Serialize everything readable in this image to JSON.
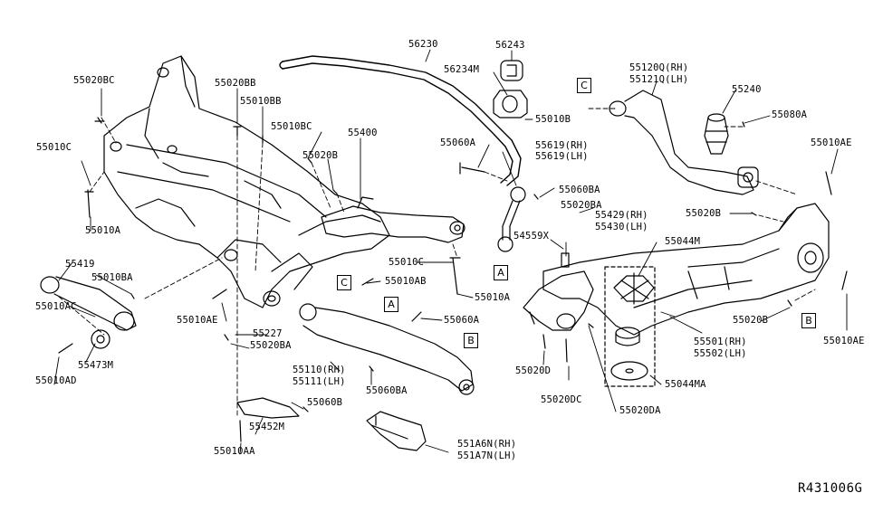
{
  "diagram_id": "R431006G",
  "markers": {
    "a": "A",
    "b": "B",
    "c": "C"
  },
  "labels": {
    "p56230": "56230",
    "p56243": "56243",
    "p56234M": "56234M",
    "p55010B": "55010B",
    "p55060A_top": "55060A",
    "p55619_rh": "55619(RH)",
    "p55619_lh": "55619(LH)",
    "p55060BA_top": "55060BA",
    "p55020BA_top": "55020BA",
    "p55120Q_rh": "55120Q(RH)",
    "p55121Q_lh": "55121Q(LH)",
    "p55240": "55240",
    "p55080A": "55080A",
    "p55010AE_tr": "55010AE",
    "p55020B_r": "55020B",
    "p55429_rh": "55429(RH)",
    "p55430_lh": "55430(LH)",
    "p54559X": "54559X",
    "p55044M": "55044M",
    "p55010C_mid": "55010C",
    "p55010AB": "55010AB",
    "p55010A_mid": "55010A",
    "p55060A_mid": "55060A",
    "p55110_rh": "55110(RH)",
    "p55111_lh": "55111(LH)",
    "p55060BA_mid": "55060BA",
    "p55020D": "55020D",
    "p55020DC": "55020DC",
    "p55020DA": "55020DA",
    "p55044MA": "55044MA",
    "p55501_rh": "55501(RH)",
    "p55502_lh": "55502(LH)",
    "p55020B_br": "55020B",
    "p55010AE_br": "55010AE",
    "p55020BC": "55020BC",
    "p55020BB": "55020BB",
    "p55010BB": "55010BB",
    "p55010BC": "55010BC",
    "p55400": "55400",
    "p55020B_frame": "55020B",
    "p55010C_left": "55010C",
    "p55010A_left": "55010A",
    "p55419": "55419",
    "p55010BA": "55010BA",
    "p55010AC": "55010AC",
    "p55473M": "55473M",
    "p55010AD": "55010AD",
    "p55010AE_left": "55010AE",
    "p55227": "55227",
    "p55020BA_left": "55020BA",
    "p55060B": "55060B",
    "p55452M": "55452M",
    "p55010AA": "55010AA",
    "p551A6N_rh": "551A6N(RH)",
    "p551A7N_lh": "551A7N(LH)"
  }
}
